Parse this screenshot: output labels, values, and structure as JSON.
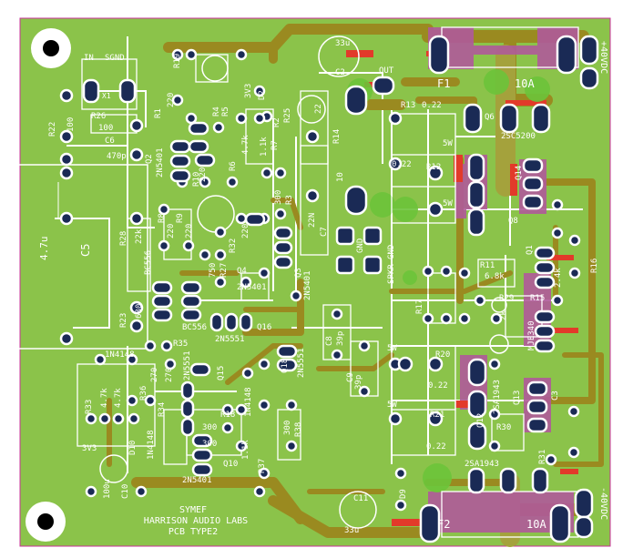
{
  "colors": {
    "board": "#8bc34a",
    "ground_fill": "#89c44c",
    "trace": "#9a8a20",
    "trace_dark": "#7e7a18",
    "silk": "#ffffff",
    "pad": "#1a2a55",
    "top_pad": "#b05a9a",
    "red": "#e23a2a",
    "outline": "#c8329a"
  },
  "titles": {
    "line1": "SYMEF",
    "line2": "HARRISON AUDIO LABS",
    "line3": "PCB TYPE2"
  },
  "supply": {
    "pos": "+40VDC",
    "neg": "-40VDC"
  },
  "labels": [
    {
      "id": "in",
      "text": "IN"
    },
    {
      "id": "sgnd",
      "text": "SGND"
    },
    {
      "id": "x1",
      "text": "X1"
    },
    {
      "id": "r26",
      "text": "R26"
    },
    {
      "id": "r26v",
      "text": "100"
    },
    {
      "id": "c6",
      "text": "C6"
    },
    {
      "id": "c6v",
      "text": "470p"
    },
    {
      "id": "r22",
      "text": "R22"
    },
    {
      "id": "r22v",
      "text": "100"
    },
    {
      "id": "c5v",
      "text": "4.7u"
    },
    {
      "id": "c5",
      "text": "C5"
    },
    {
      "id": "r28",
      "text": "R28"
    },
    {
      "id": "r28v",
      "text": "22k"
    },
    {
      "id": "r8",
      "text": "R8"
    },
    {
      "id": "r9",
      "text": "R9"
    },
    {
      "id": "r8v",
      "text": "220"
    },
    {
      "id": "r9v",
      "text": "220"
    },
    {
      "id": "q2",
      "text": "Q2"
    },
    {
      "id": "q2t",
      "text": "2N5401"
    },
    {
      "id": "r1",
      "text": "R1"
    },
    {
      "id": "r1v",
      "text": "220"
    },
    {
      "id": "r19",
      "text": "R19"
    },
    {
      "id": "r10",
      "text": "R10"
    },
    {
      "id": "r10v",
      "text": "220"
    },
    {
      "id": "r4",
      "text": "R4"
    },
    {
      "id": "r6",
      "text": "R6"
    },
    {
      "id": "r6v",
      "text": "4.7k"
    },
    {
      "id": "r5",
      "text": "R5"
    },
    {
      "id": "d2",
      "text": "D2"
    },
    {
      "id": "d2v",
      "text": "3V3"
    },
    {
      "id": "r7",
      "text": "R7"
    },
    {
      "id": "r7v",
      "text": "1.1k"
    },
    {
      "id": "r2",
      "text": "R2"
    },
    {
      "id": "r3",
      "text": "R3"
    },
    {
      "id": "r3v",
      "text": "300"
    },
    {
      "id": "r27",
      "text": "R27"
    },
    {
      "id": "r27v",
      "text": "750"
    },
    {
      "id": "r32",
      "text": "R32"
    },
    {
      "id": "r32v",
      "text": "220"
    },
    {
      "id": "q4t",
      "text": "2N5401"
    },
    {
      "id": "q4",
      "text": "Q4"
    },
    {
      "id": "q3",
      "text": "Q3"
    },
    {
      "id": "q3t",
      "text": "2N5401"
    },
    {
      "id": "r23",
      "text": "R23"
    },
    {
      "id": "r23v",
      "text": "680"
    },
    {
      "id": "q5t",
      "text": "BC556"
    },
    {
      "id": "q6t",
      "text": "BC556"
    },
    {
      "id": "q16",
      "text": "Q16"
    },
    {
      "id": "q16t",
      "text": "2N5551"
    },
    {
      "id": "r25",
      "text": "R25"
    },
    {
      "id": "r25v",
      "text": "22"
    },
    {
      "id": "c2",
      "text": "C2"
    },
    {
      "id": "c2v",
      "text": "33u"
    },
    {
      "id": "r14",
      "text": "R14"
    },
    {
      "id": "r14v",
      "text": "10"
    },
    {
      "id": "c7",
      "text": "C7"
    },
    {
      "id": "c7v",
      "text": "22N"
    },
    {
      "id": "gnd",
      "text": "GND"
    },
    {
      "id": "spkr",
      "text": "SPKR-GND"
    },
    {
      "id": "out",
      "text": "OUT"
    },
    {
      "id": "r13",
      "text": "R13"
    },
    {
      "id": "r13v",
      "text": "0.22"
    },
    {
      "id": "r12",
      "text": "R12"
    },
    {
      "id": "r12v",
      "text": "0.22"
    },
    {
      "id": "w5a",
      "text": "5W"
    },
    {
      "id": "w5b",
      "text": "5W"
    },
    {
      "id": "f1",
      "text": "F1"
    },
    {
      "id": "f1v",
      "text": "10A"
    },
    {
      "id": "q6",
      "text": "Q6"
    },
    {
      "id": "q6v",
      "text": "2SC5200"
    },
    {
      "id": "q14",
      "text": "Q14"
    },
    {
      "id": "q8",
      "text": "Q8"
    },
    {
      "id": "q1",
      "text": "Q1"
    },
    {
      "id": "r11",
      "text": "R11"
    },
    {
      "id": "r11v",
      "text": "6.8k"
    },
    {
      "id": "r16",
      "text": "R16"
    },
    {
      "id": "r29",
      "text": "R29"
    },
    {
      "id": "r29v",
      "text": "2k"
    },
    {
      "id": "r15",
      "text": "R15"
    },
    {
      "id": "r15v",
      "text": "2.4k"
    },
    {
      "id": "mje",
      "text": "MJE340"
    },
    {
      "id": "r17",
      "text": "R17"
    },
    {
      "id": "r20",
      "text": "R20"
    },
    {
      "id": "r20v",
      "text": "0.22"
    },
    {
      "id": "r21",
      "text": "R21"
    },
    {
      "id": "r21v",
      "text": "0.22"
    },
    {
      "id": "w5c",
      "text": "5W"
    },
    {
      "id": "w5d",
      "text": "5W"
    },
    {
      "id": "q12",
      "text": "Q12"
    },
    {
      "id": "q12v",
      "text": "2SA1943"
    },
    {
      "id": "q13",
      "text": "Q13"
    },
    {
      "id": "r30",
      "text": "R30"
    },
    {
      "id": "r31",
      "text": "R31"
    },
    {
      "id": "c3",
      "text": "C3"
    },
    {
      "id": "d9",
      "text": "D9"
    },
    {
      "id": "c9",
      "text": "C9"
    },
    {
      "id": "c9v",
      "text": "39p"
    },
    {
      "id": "c8",
      "text": "C8"
    },
    {
      "id": "c8v",
      "text": "39p"
    },
    {
      "id": "q18",
      "text": "Q18"
    },
    {
      "id": "q18t",
      "text": "2N5551"
    },
    {
      "id": "r35",
      "text": "R35"
    },
    {
      "id": "q15",
      "text": "Q15"
    },
    {
      "id": "q15t",
      "text": "2N5551"
    },
    {
      "id": "d5",
      "text": "1N4148"
    },
    {
      "id": "d18",
      "text": "1N4148"
    },
    {
      "id": "r34",
      "text": "R34"
    },
    {
      "id": "r34v",
      "text": "270"
    },
    {
      "id": "r36",
      "text": "R36"
    },
    {
      "id": "r36v",
      "text": "270"
    },
    {
      "id": "r33",
      "text": "R33"
    },
    {
      "id": "r33v",
      "text": "4.7k"
    },
    {
      "id": "r33w",
      "text": "4.7k"
    },
    {
      "id": "d10",
      "text": "D10"
    },
    {
      "id": "d10v",
      "text": "1N4148"
    },
    {
      "id": "d8",
      "text": "3V3"
    },
    {
      "id": "c10",
      "text": "C10"
    },
    {
      "id": "c10v",
      "text": "100u"
    },
    {
      "id": "r18",
      "text": "R18"
    },
    {
      "id": "r18v",
      "text": "300"
    },
    {
      "id": "r18w",
      "text": "300"
    },
    {
      "id": "q10",
      "text": "Q10"
    },
    {
      "id": "q10t",
      "text": "2N5401"
    },
    {
      "id": "r37",
      "text": "R37"
    },
    {
      "id": "r37v",
      "text": "1.1k"
    },
    {
      "id": "r38",
      "text": "R38"
    },
    {
      "id": "r38v",
      "text": "300"
    },
    {
      "id": "c11",
      "text": "C11"
    },
    {
      "id": "c11v",
      "text": "33u"
    },
    {
      "id": "f2",
      "text": "F2"
    },
    {
      "id": "f2v",
      "text": "10A"
    },
    {
      "id": "q17v",
      "text": "2SA1943"
    }
  ]
}
